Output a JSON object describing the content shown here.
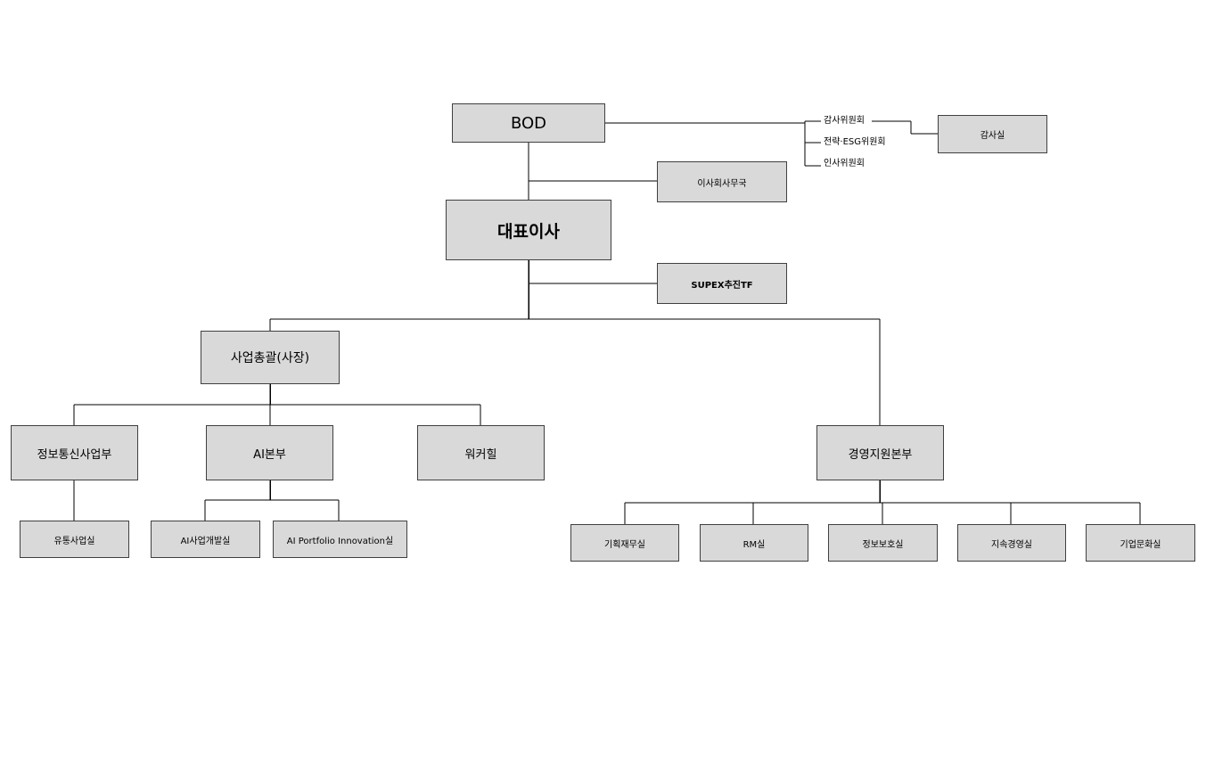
{
  "chart_data": {
    "type": "org-chart",
    "nodes": {
      "bod": "BOD",
      "audit_office": "감사실",
      "board_secretariat": "이사회사무국",
      "ceo": "대표이사",
      "supex_tf": "SUPEX추진TF",
      "business_head": "사업총괄(사장)",
      "ict_business": "정보통신사업부",
      "ai_division": "AI본부",
      "worker_heal": "워커힐",
      "distribution_office": "유통사업실",
      "ai_business_dev": "AI사업개발실",
      "ai_portfolio_innovation": "AI Portfolio Innovation실",
      "management_support": "경영지원본부",
      "planning_finance": "기획재무실",
      "rm_office": "RM실",
      "info_security": "정보보호실",
      "sustainability": "지속경영실",
      "corporate_culture": "기업문화실"
    },
    "committees": {
      "audit_committee": "감사위원회",
      "strategy_esg_committee": "전략·ESG위원회",
      "hr_committee": "인사위원회"
    },
    "edges": [
      [
        "bod",
        "board_secretariat"
      ],
      [
        "bod",
        "ceo"
      ],
      [
        "bod",
        "audit_committee"
      ],
      [
        "bod",
        "strategy_esg_committee"
      ],
      [
        "bod",
        "hr_committee"
      ],
      [
        "audit_committee",
        "audit_office"
      ],
      [
        "ceo",
        "supex_tf"
      ],
      [
        "ceo",
        "business_head"
      ],
      [
        "ceo",
        "management_support"
      ],
      [
        "business_head",
        "ict_business"
      ],
      [
        "business_head",
        "ai_division"
      ],
      [
        "business_head",
        "worker_heal"
      ],
      [
        "ict_business",
        "distribution_office"
      ],
      [
        "ai_division",
        "ai_business_dev"
      ],
      [
        "ai_division",
        "ai_portfolio_innovation"
      ],
      [
        "management_support",
        "planning_finance"
      ],
      [
        "management_support",
        "rm_office"
      ],
      [
        "management_support",
        "info_security"
      ],
      [
        "management_support",
        "sustainability"
      ],
      [
        "management_support",
        "corporate_culture"
      ]
    ]
  },
  "colors": {
    "box_fill": "#d9d9d9",
    "box_border": "#404040",
    "line": "#000000"
  }
}
